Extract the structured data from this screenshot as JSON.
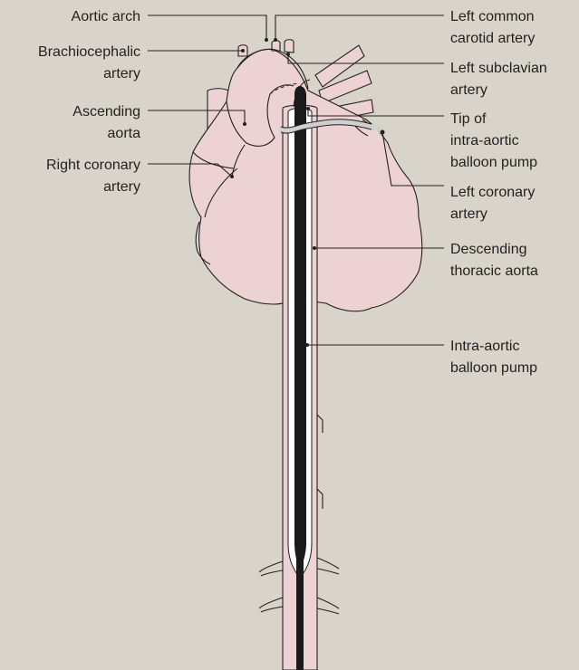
{
  "colors": {
    "background": "#d8d4c9",
    "heart_fill": "#ecd2d2",
    "vessel_fill": "#ecd2d2",
    "aorta_lumen": "#ffffff",
    "catheter": "#1a1a1a",
    "balloon_tip": "#d0d0d0",
    "line": "#231f20"
  },
  "labels": {
    "aortic_arch": "Aortic arch",
    "brachiocephalic": [
      "Brachiocephalic",
      "artery"
    ],
    "ascending_aorta": [
      "Ascending",
      "aorta"
    ],
    "right_coronary": [
      "Right coronary",
      "artery"
    ],
    "left_common_carotid": [
      "Left common",
      "carotid artery"
    ],
    "left_subclavian": [
      "Left subclavian",
      "artery"
    ],
    "tip_iabp": [
      "Tip of",
      "intra-aortic",
      "balloon pump"
    ],
    "left_coronary": [
      "Left coronary",
      "artery"
    ],
    "descending_aorta": [
      "Descending",
      "thoracic aorta"
    ],
    "iabp": [
      "Intra-aortic",
      "balloon pump"
    ]
  }
}
